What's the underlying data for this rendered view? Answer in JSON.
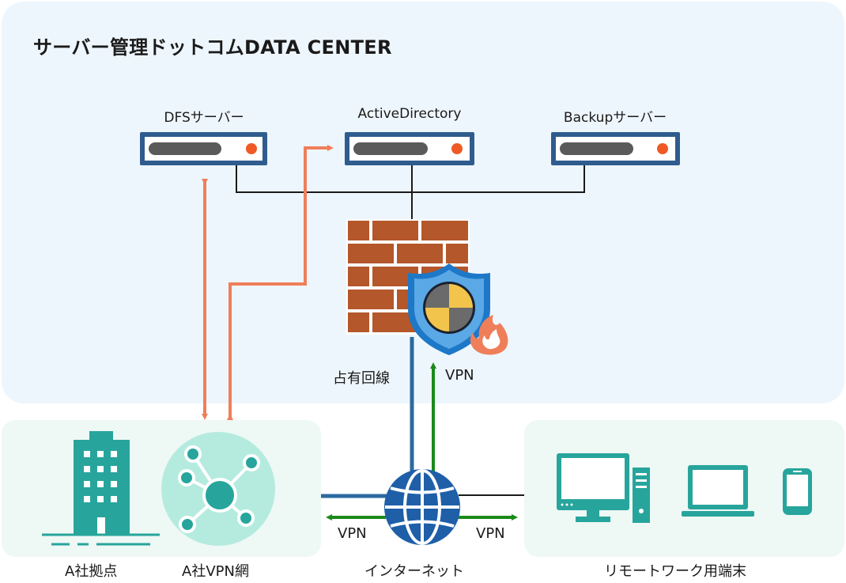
{
  "title": "サーバー管理ドットコムDATA CENTER",
  "servers": [
    {
      "label": "DFSサーバー"
    },
    {
      "label": "ActiveDirectory"
    },
    {
      "label": "Backupサーバー"
    }
  ],
  "connections": {
    "dedicated_line": "占有回線",
    "vpn_datacenter": "VPN",
    "vpn_left": "VPN",
    "vpn_right": "VPN"
  },
  "nodes": {
    "site": "A社拠点",
    "vpn_network": "A社VPN網",
    "internet": "インターネット",
    "remote": "リモートワーク用端末"
  },
  "colors": {
    "panel": "#eef6fd",
    "server_frame": "#2f5c8e",
    "orange_arrow": "#ee7f5a",
    "green_arrow": "#1a8a1a",
    "blue_line": "#2c6aa0",
    "teal": "#27a59c",
    "brick": "#b4572a"
  }
}
